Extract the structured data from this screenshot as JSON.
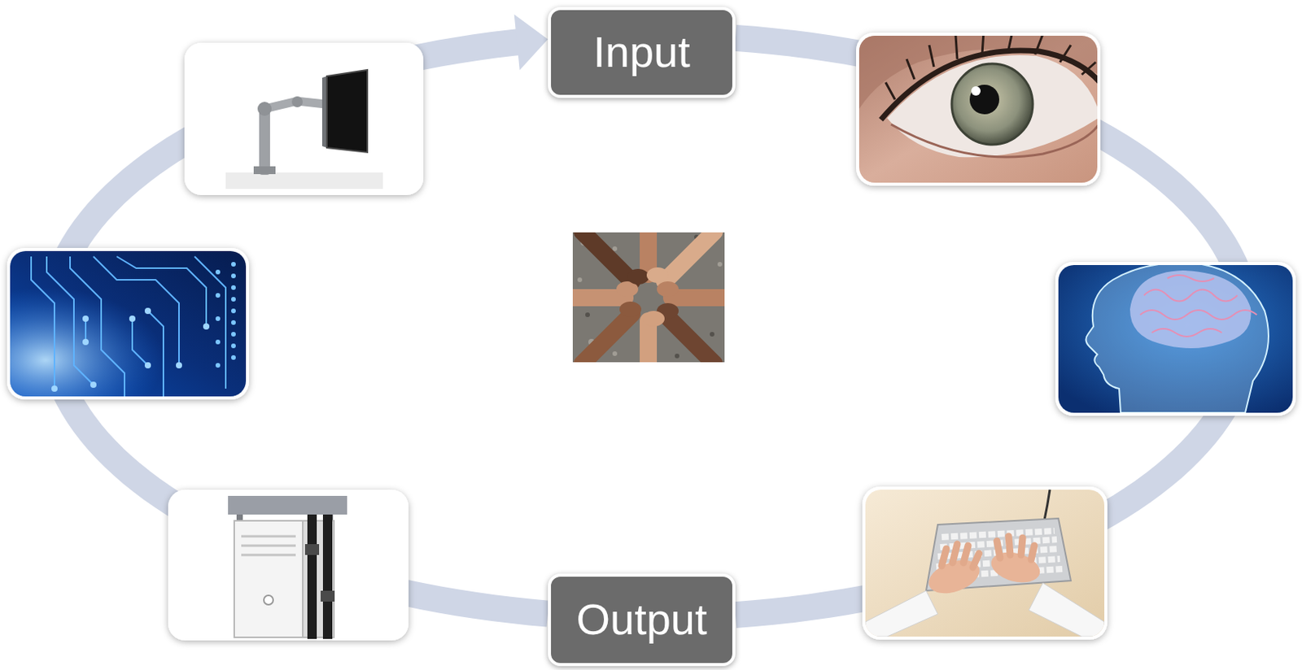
{
  "diagram": {
    "nodes": [
      {
        "text": [
          "Input"
        ]
      },
      {
        "text": [
          "Output"
        ]
      }
    ],
    "edges": [
      {
        "from": 0,
        "to": 1,
        "arrow": "none"
      },
      {
        "from": 1,
        "to": 0,
        "arrow": "to"
      }
    ]
  }
}
